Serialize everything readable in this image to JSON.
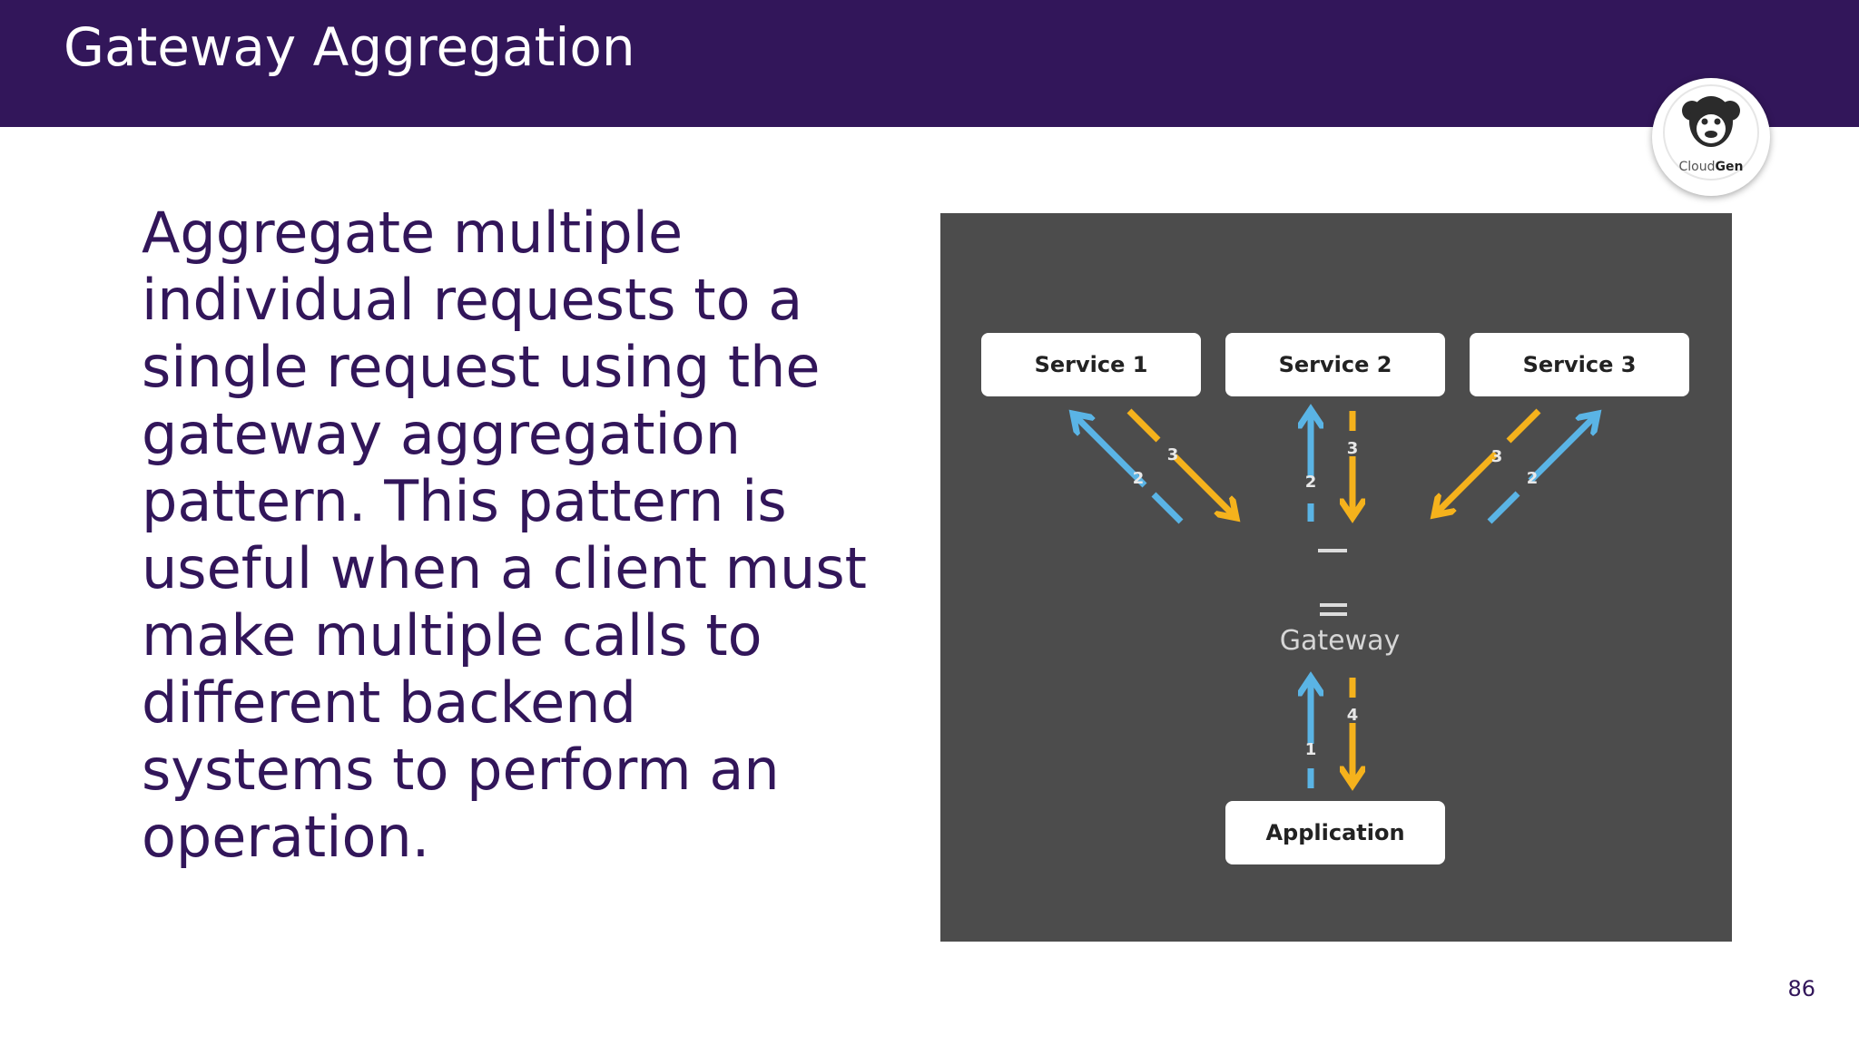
{
  "header": {
    "title": "Gateway Aggregation"
  },
  "logo": {
    "brand_prefix": "Cloud",
    "brand_suffix": "Gen",
    "icon": "monkey-icon"
  },
  "body_text": "Aggregate multiple individual requests to a single request using the gateway aggregation pattern. This pattern is useful when a client must make multiple calls to different backend systems to perform an operation.",
  "diagram": {
    "background": "#4c4c4c",
    "services": [
      "Service 1",
      "Service 2",
      "Service 3"
    ],
    "gateway": "Gateway",
    "application": "Application",
    "request_color": "#5ab4e5",
    "response_color": "#f5b21c",
    "numbers": {
      "app_request": "1",
      "service_request": "2",
      "service_response": "3",
      "app_response": "4"
    }
  },
  "page_number": "86"
}
